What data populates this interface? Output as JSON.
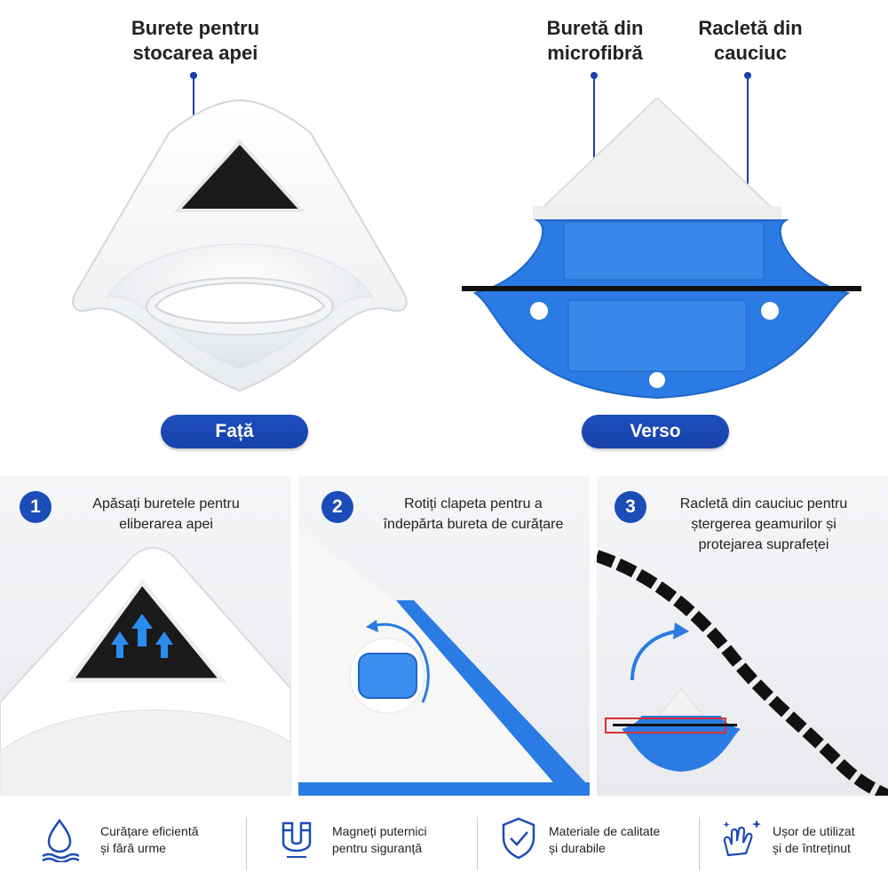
{
  "labels": {
    "water_sponge": "Burete pentru\nstocarea apei",
    "microfiber": "Buretă din\nmicrofibră",
    "rubber_squeegee": "Racletă din\ncauciuc"
  },
  "sides": {
    "front": "Față",
    "back": "Verso"
  },
  "steps": [
    {
      "number": "1",
      "text": "Apăsați buretele pentru\neliberarea apei"
    },
    {
      "number": "2",
      "text": "Rotiți clapeta pentru a\nîndepărta bureta de curățare"
    },
    {
      "number": "3",
      "text": "Racletă din cauciuc pentru\nștergerea geamurilor și\nprotejarea suprafeței"
    }
  ],
  "features": [
    {
      "icon": "water-drop-icon",
      "text": "Curățare eficientă\nși fără urme"
    },
    {
      "icon": "magnet-icon",
      "text": "Magneți puternici\npentru siguranță"
    },
    {
      "icon": "shield-check-icon",
      "text": "Materiale de calitate\nși durabile"
    },
    {
      "icon": "clean-hands-icon",
      "text": "Ușor de utilizat\nși de întreținut"
    }
  ],
  "colors": {
    "accent_blue": "#1c4cb8",
    "product_blue": "#2a7be4",
    "sponge_black": "#1a1a1a"
  }
}
